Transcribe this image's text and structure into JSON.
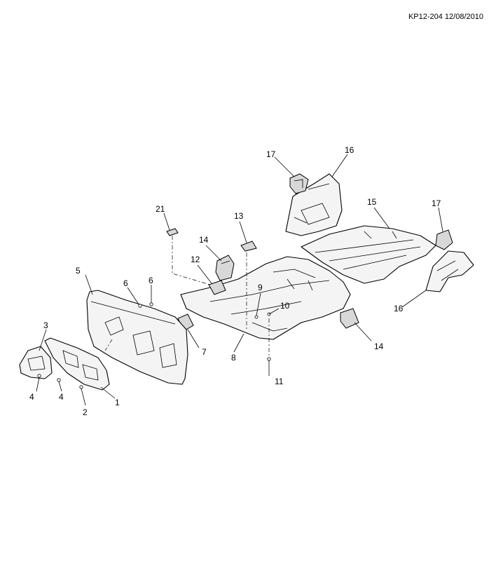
{
  "header": {
    "ref": "KP12-204 12/08/2010"
  },
  "callouts": {
    "c1": "1",
    "c2": "2",
    "c3": "3",
    "c4a": "4",
    "c4b": "4",
    "c5": "5",
    "c6a": "6",
    "c6b": "6",
    "c7": "7",
    "c8": "8",
    "c9": "9",
    "c10": "10",
    "c11": "11",
    "c12": "12",
    "c13": "13",
    "c14a": "14",
    "c14b": "14",
    "c15": "15",
    "c16a": "16",
    "c16b": "16",
    "c17a": "17",
    "c17b": "17",
    "c21": "21"
  }
}
